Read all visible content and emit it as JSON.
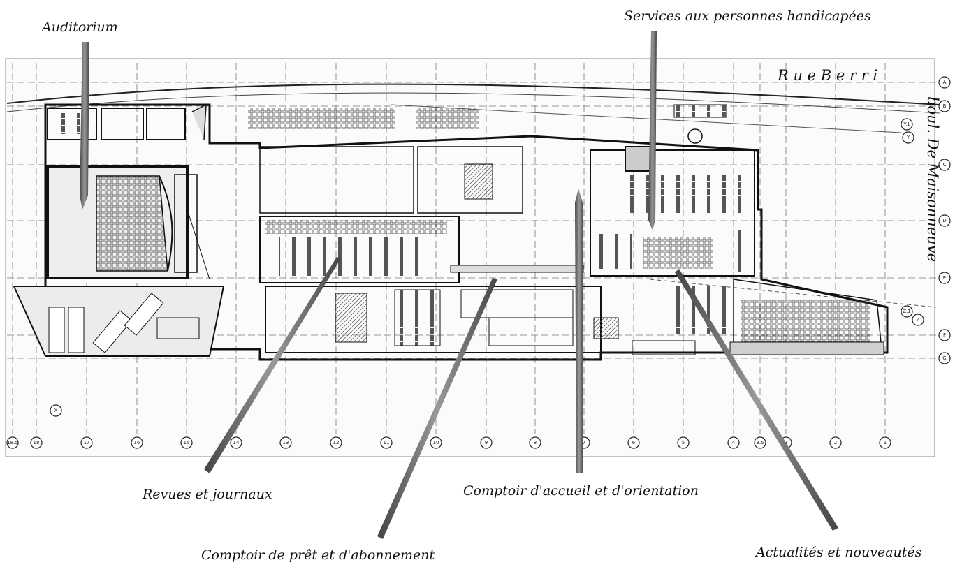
{
  "labels": {
    "auditorium": "Auditorium",
    "services_handicap": "Services aux personnes handicapées",
    "revues": "Revues et journaux",
    "comptoir_pret": "Comptoir de prêt et d'abonnement",
    "comptoir_accueil": "Comptoir d'accueil et d'orientation",
    "actualites": "Actualités et nouveautés"
  },
  "streets": {
    "rue_berri": "R u e   B e r r i",
    "boul_maisonneuve": "boul. De Maisonneuve"
  },
  "grid_columns": [
    "18.5",
    "18",
    "17",
    "16",
    "15",
    "14",
    "13",
    "12",
    "11",
    "10",
    "9",
    "8",
    "7",
    "6",
    "5",
    "4",
    "3.5",
    "3",
    "2",
    "1"
  ],
  "grid_rows": [
    "A",
    "B",
    "Y.1",
    "Y",
    "C",
    "D",
    "E",
    "Z.1",
    "Z",
    "F",
    "G",
    "X"
  ]
}
